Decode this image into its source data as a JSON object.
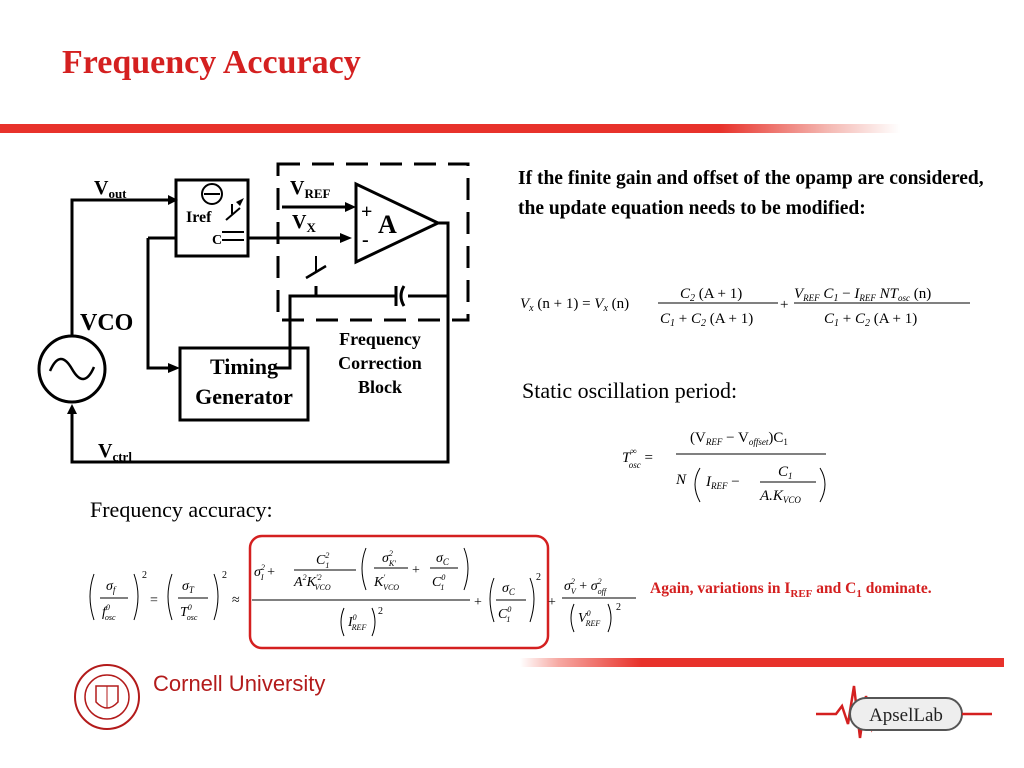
{
  "title": "Frequency Accuracy",
  "intro_text": "If the finite gain and offset of the opamp are considered, the update equation needs to be modified:",
  "static_label": "Static oscillation period:",
  "freq_label": "Frequency accuracy:",
  "note": {
    "prefix": "Again, variations in I",
    "sub1": "REF",
    "mid": " and C",
    "sub2": "1",
    "suffix": " dominate."
  },
  "circuit": {
    "vout": "V",
    "vout_sub": "out",
    "vref": "V",
    "vref_sub": "REF",
    "vx": "V",
    "vx_sub": "X",
    "vctrl": "V",
    "vctrl_sub": "ctrl",
    "iref": "Iref",
    "cap": "C",
    "vco": "VCO",
    "timing_line1": "Timing",
    "timing_line2": "Generator",
    "opamp": "A",
    "plus": "+",
    "minus": "-",
    "block_line1": "Frequency",
    "block_line2": "Correction",
    "block_line3": "Block"
  },
  "footer": {
    "university": "Cornell University",
    "lab": "ApselLab"
  },
  "colors": {
    "accent": "#d42020",
    "bar": "#e8322b"
  }
}
